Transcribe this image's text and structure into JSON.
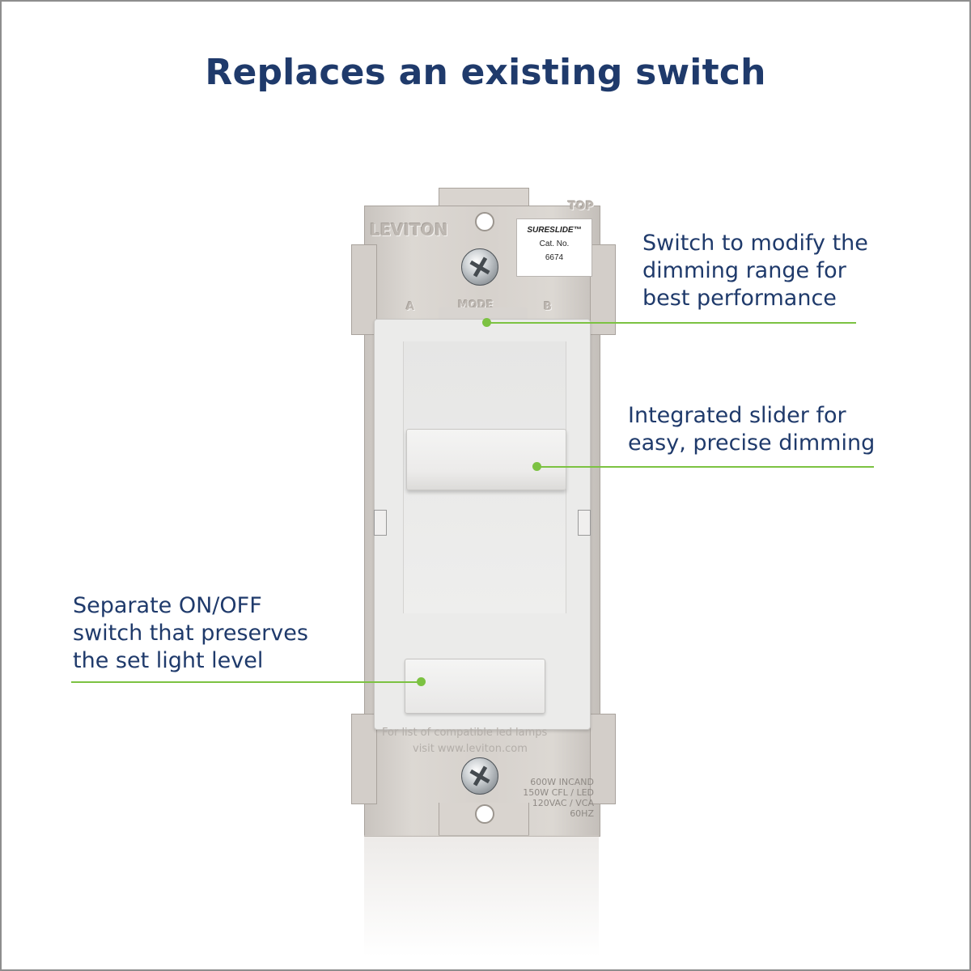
{
  "headline": "Replaces an existing switch",
  "device": {
    "brand_emboss": "LEVITON",
    "top_mark": "TOP",
    "label": {
      "line1": "SURESLIDE™",
      "line2": "Cat. No.",
      "line3": "6674"
    },
    "mode_label": "MODE",
    "mode_a": "A",
    "mode_b": "B",
    "bottom_text_1": "For list of compatible led lamps",
    "bottom_text_2": "visit www.leviton.com",
    "rating_lines": [
      "600W INCAND",
      "150W CFL / LED",
      "120VAC / VCA",
      "60HZ"
    ]
  },
  "callouts": {
    "mode": [
      "Switch to modify the",
      "dimming range for",
      "best performance"
    ],
    "slider": [
      "Integrated slider for",
      "easy, precise dimming"
    ],
    "onoff": [
      "Separate ON/OFF",
      "switch that preserves",
      "the set light level"
    ]
  },
  "colors": {
    "headline": "#1f3a6b",
    "callout_text": "#1f3a6b",
    "leader_line": "#7cc242",
    "frame_border": "#8e8e8e"
  }
}
